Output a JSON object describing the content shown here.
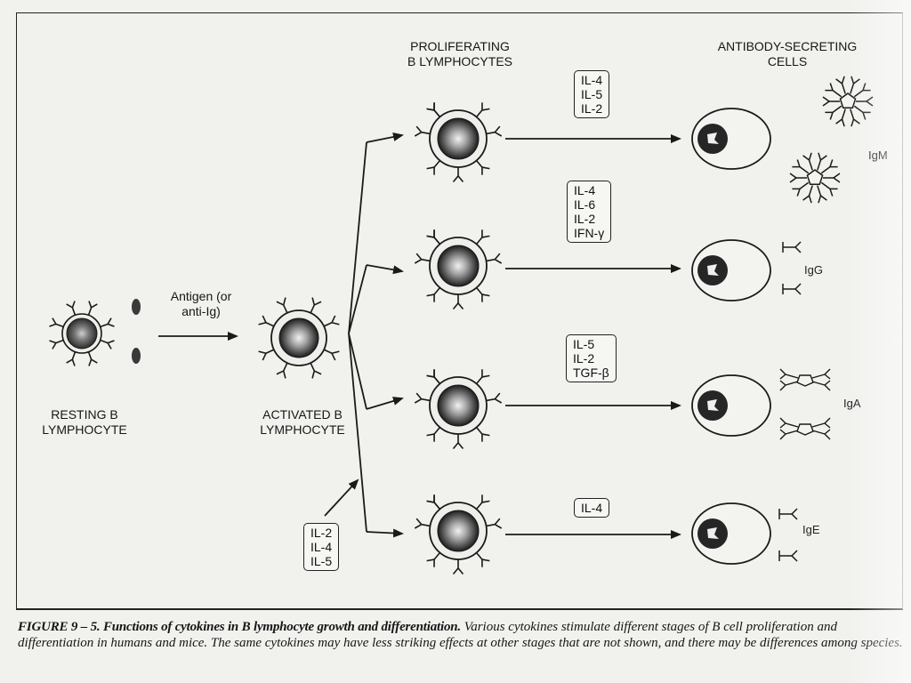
{
  "figure": {
    "stages": {
      "resting": [
        "RESTING B",
        "LYMPHOCYTE"
      ],
      "activated": [
        "ACTIVATED B",
        "LYMPHOCYTE"
      ],
      "proliferating": [
        "PROLIFERATING",
        "B LYMPHOCYTES"
      ],
      "secreting": [
        "ANTIBODY-SECRETING",
        "CELLS"
      ]
    },
    "antigen_label": [
      "Antigen (or",
      "anti-Ig)"
    ],
    "activation_cytokines": [
      "IL-2",
      "IL-4",
      "IL-5"
    ],
    "pathways": [
      {
        "cytokines": [
          "IL-4",
          "IL-5",
          "IL-2"
        ],
        "antibody": "IgM"
      },
      {
        "cytokines": [
          "IL-4",
          "IL-6",
          "IL-2",
          "IFN-γ"
        ],
        "antibody": "IgG"
      },
      {
        "cytokines": [
          "IL-5",
          "IL-2",
          "TGF-β"
        ],
        "antibody": "IgA"
      },
      {
        "cytokines": [
          "IL-4"
        ],
        "antibody": "IgE"
      }
    ]
  },
  "caption": {
    "lead": "FIGURE 9 – 5. Functions of cytokines in B lymphocyte growth and differentiation.",
    "body": "Various cytokines stimulate different stages of B cell proliferation and differentiation in humans and mice. The same cytokines may have less striking effects at other stages that are not shown, and there may be differences among species."
  }
}
